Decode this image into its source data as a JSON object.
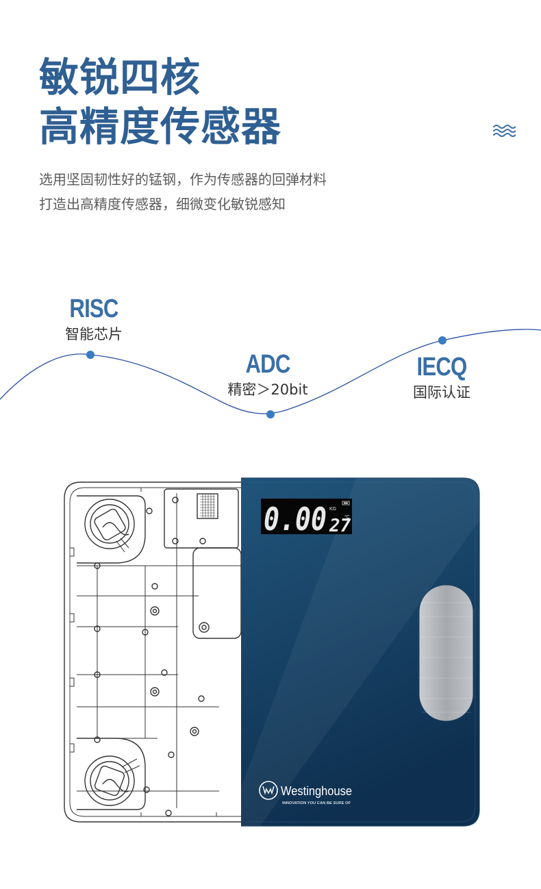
{
  "header": {
    "title_line1": "敏锐四核",
    "title_line2": "高精度传感器",
    "desc_line1": "选用坚固韧性好的锰钢，作为传感器的回弹材料",
    "desc_line2": "打造出高精度传感器，细微变化敏锐感知"
  },
  "features": [
    {
      "key": "RISC",
      "sub": "智能芯片"
    },
    {
      "key": "ADC",
      "sub": "精密＞20bit"
    },
    {
      "key": "IECQ",
      "sub": "国际认证"
    }
  ],
  "scale": {
    "display_weight": "0.00",
    "display_unit": "KG",
    "display_temp": "27",
    "display_temp_unit": "°C",
    "brand": "Westinghouse",
    "tagline": "INNOVATION YOU CAN BE SURE OF"
  },
  "colors": {
    "title": "#2f5f93",
    "accent": "#3a6fa7",
    "curve": "#2a4fa8",
    "scale_glass_top": "#1f4e73",
    "scale_glass_bottom": "#0f3050"
  },
  "icons": {
    "decor": "wave-lines-icon"
  }
}
